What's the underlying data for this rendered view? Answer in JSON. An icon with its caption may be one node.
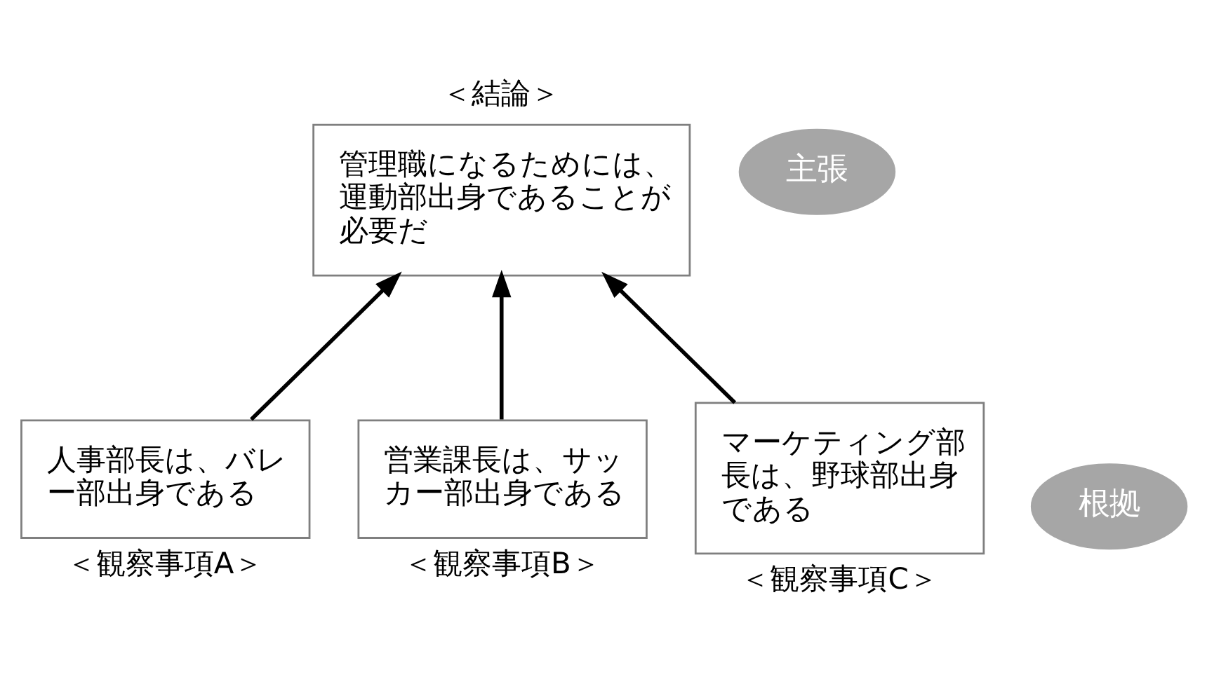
{
  "diagram": {
    "nodes": [
      {
        "text": [
          "管理職になるためには、運動部出身であることが必要だ"
        ],
        "beside": [
          "＜結論＞"
        ]
      },
      {
        "text": [
          "人事部長は、バレー部出身である"
        ],
        "beside": [
          "＜観察事項A＞"
        ]
      },
      {
        "text": [
          "営業課長は、サッカー部出身である"
        ],
        "beside": [
          "＜観察事項B＞"
        ]
      },
      {
        "text": [
          "マーケティング部長は、野球部出身である"
        ],
        "beside": [
          "＜観察事項C＞"
        ]
      },
      {
        "text": [
          "主張"
        ]
      },
      {
        "text": [
          "根拠"
        ]
      }
    ],
    "edges": [
      {
        "from": 1,
        "to": 0,
        "arrow": "to"
      },
      {
        "from": 2,
        "to": 0,
        "arrow": "to"
      },
      {
        "from": 3,
        "to": 0,
        "arrow": "to"
      }
    ]
  }
}
